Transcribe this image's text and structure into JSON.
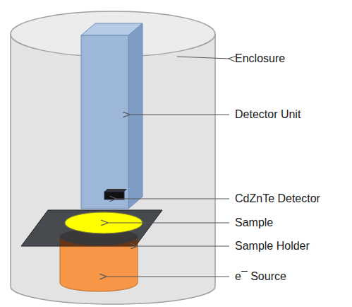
{
  "diagram": {
    "labels": [
      "Enclosure",
      "Detector Unit",
      "CdZnTe Detector",
      "Sample",
      "Sample Holder",
      "e¯ Source"
    ]
  }
}
